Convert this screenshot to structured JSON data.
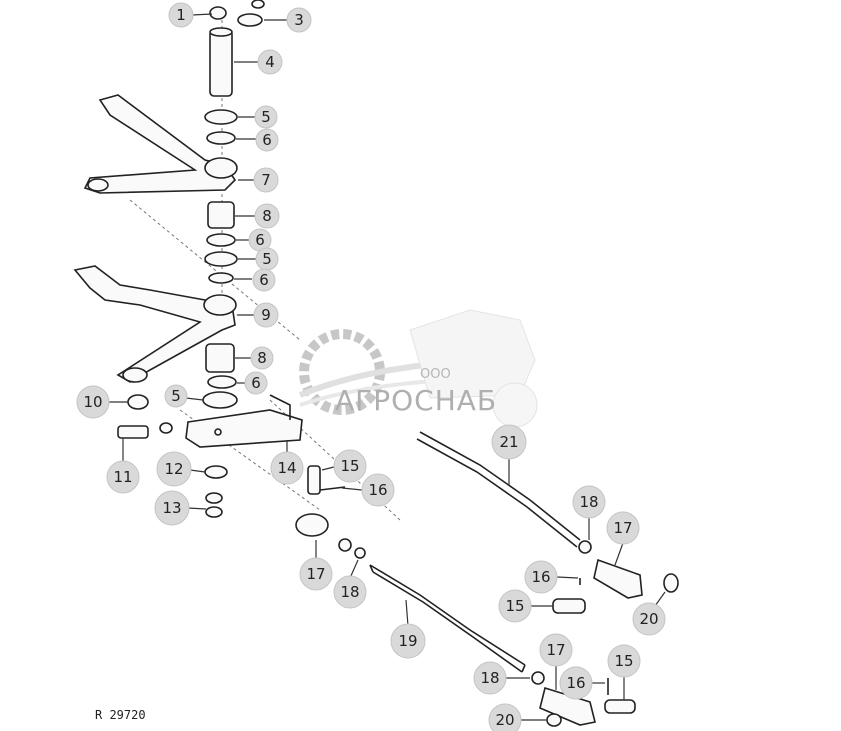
{
  "diagram": {
    "callouts": [
      "1",
      "3",
      "4",
      "5",
      "6",
      "7",
      "8",
      "6",
      "5",
      "6",
      "9",
      "8",
      "6",
      "5",
      "10",
      "11",
      "12",
      "13",
      "14",
      "15",
      "16",
      "17",
      "18",
      "19",
      "21",
      "18",
      "17",
      "16",
      "15",
      "20",
      "17",
      "18",
      "16",
      "15",
      "20"
    ],
    "reference": "R 29720"
  },
  "watermark": {
    "prefix": "ООО",
    "name": "АГРОСНАБ"
  }
}
